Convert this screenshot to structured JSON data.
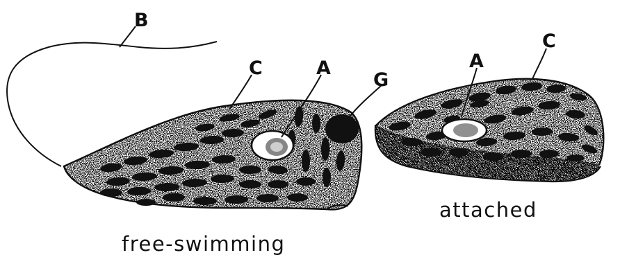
{
  "labels": {
    "free_swimming": {
      "flagellum": "B",
      "chloroplast": "C",
      "nucleus": "A",
      "gullet": "G"
    },
    "attached": {
      "nucleus": "A",
      "chloroplast": "C"
    }
  },
  "captions": {
    "free_swimming": "free-swimming",
    "attached": "attached"
  },
  "colors": {
    "ink": "#111111",
    "paper": "#ffffff"
  }
}
